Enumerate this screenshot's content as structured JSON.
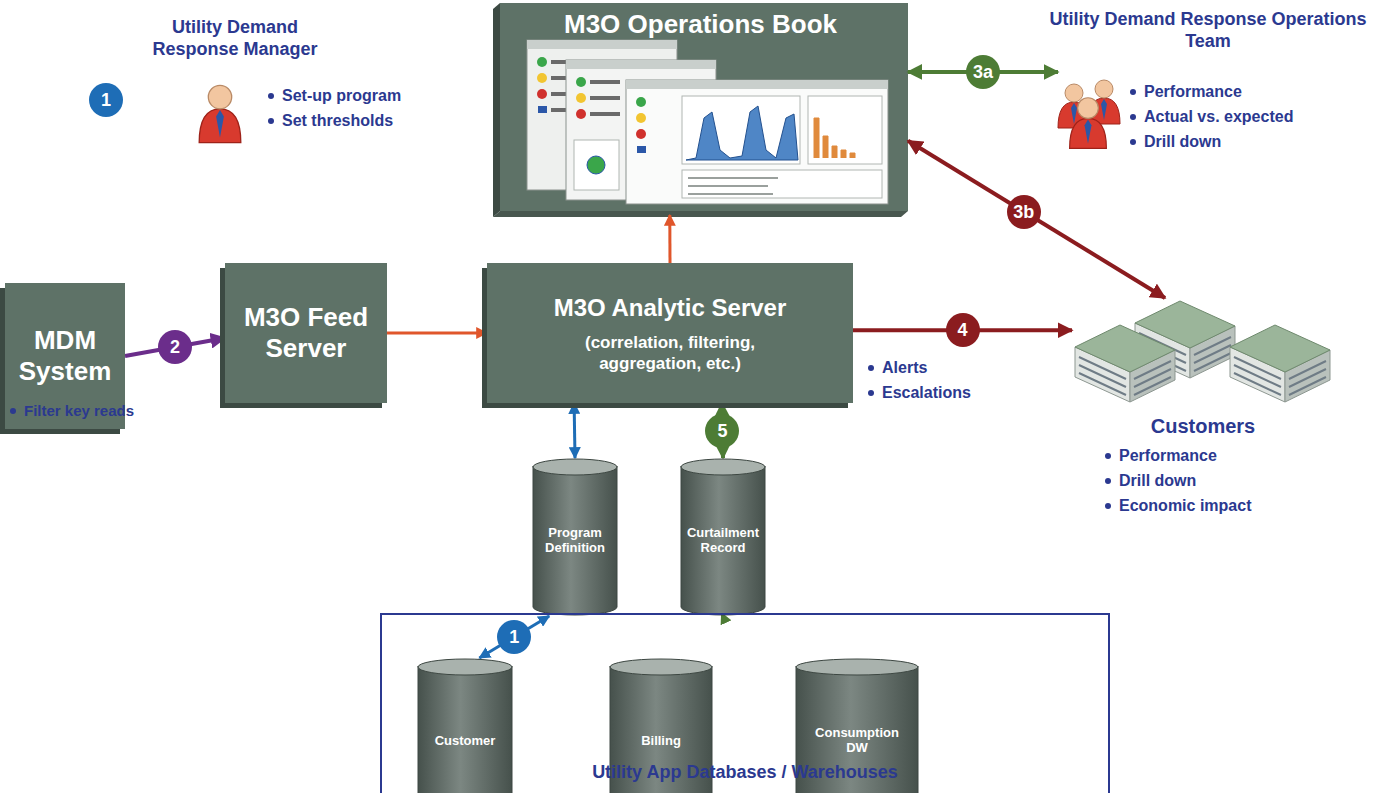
{
  "diagram": {
    "nodes": [
      {
        "text": [
          "Utility Demand Response Manager",
          "Set-up program",
          "Set thresholds"
        ]
      },
      {
        "text": [
          "M3O Operations Book"
        ]
      },
      {
        "text": [
          "Utility Demand Response Operations Team",
          "Performance",
          "Actual vs. expected",
          "Drill down"
        ]
      },
      {
        "text": [
          "MDM System",
          "Filter key reads"
        ]
      },
      {
        "text": [
          "M3O Feed Server"
        ]
      },
      {
        "text": [
          "M3O Analytic Server",
          "(correlation, filtering, aggregation, etc.)"
        ]
      },
      {
        "text": [
          "Customers",
          "Performance",
          "Drill down",
          "Economic impact"
        ]
      },
      {
        "text": [
          "Program Definition"
        ]
      },
      {
        "text": [
          "Curtailment Record"
        ]
      },
      {
        "text": [
          "Utility App Databases / Warehouses"
        ]
      },
      {
        "text": [
          "Customer"
        ],
        "in": 9
      },
      {
        "text": [
          "Billing"
        ],
        "in": 9
      },
      {
        "text": [
          "Consumption DW"
        ],
        "in": 9
      }
    ],
    "edges": [
      {
        "from": 3,
        "to": 4,
        "arrow": "to",
        "label": "2"
      },
      {
        "from": 4,
        "to": 5,
        "arrow": "to"
      },
      {
        "from": 5,
        "to": 1,
        "arrow": "to"
      },
      {
        "from": 1,
        "to": 2,
        "arrow": "both",
        "label": "3a"
      },
      {
        "from": 1,
        "to": 6,
        "arrow": "both",
        "label": "3b"
      },
      {
        "from": 5,
        "to": 6,
        "arrow": "to",
        "label": "4"
      },
      {
        "from": 5,
        "to": 7,
        "arrow": "both"
      },
      {
        "from": 5,
        "to": 8,
        "arrow": "both",
        "label": "5"
      },
      {
        "from": 8,
        "to": 9,
        "arrow": "to"
      },
      {
        "from": 7,
        "to": 10,
        "arrow": "both",
        "label": "1"
      }
    ],
    "labels": [
      "1",
      "Alerts",
      "Escalations"
    ]
  }
}
